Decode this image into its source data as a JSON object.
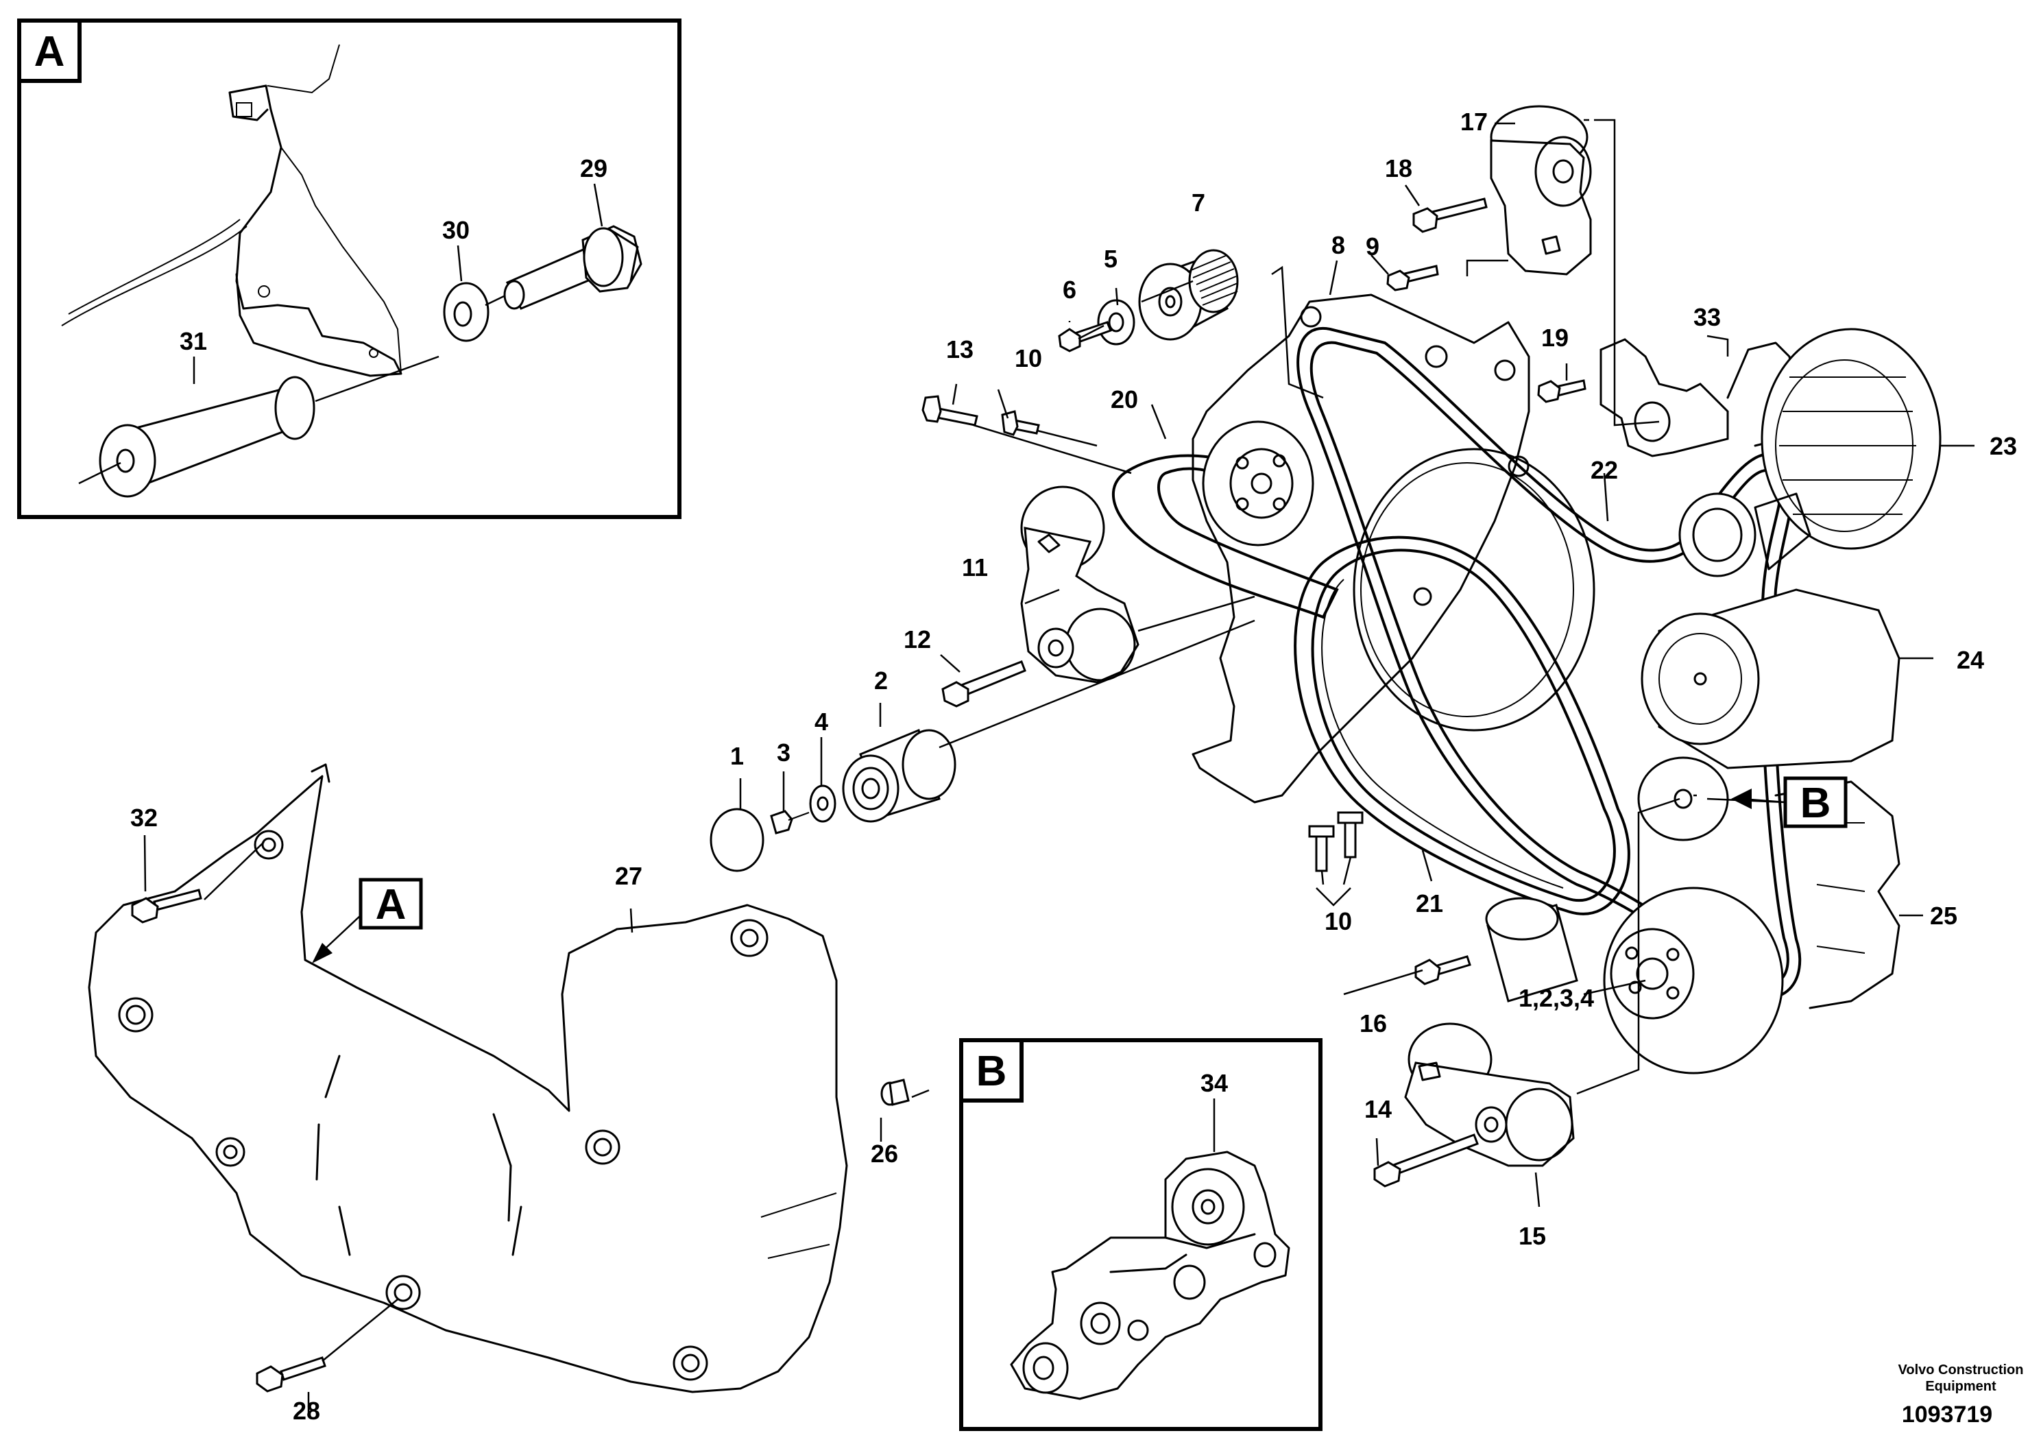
{
  "detail_a": {
    "tag": "A",
    "labels": {
      "l29": "29",
      "l30": "30",
      "l31": "31"
    }
  },
  "detail_b": {
    "tag": "B",
    "labels": {
      "l34": "34"
    }
  },
  "main": {
    "callout_a": "A",
    "callout_b": "B",
    "labels": {
      "l1": "1",
      "l2": "2",
      "l3": "3",
      "l4": "4",
      "l5": "5",
      "l6": "6",
      "l7": "7",
      "l8": "8",
      "l9": "9",
      "l10a": "10",
      "l10b": "10",
      "l11": "11",
      "l12": "12",
      "l13": "13",
      "l14": "14",
      "l15": "15",
      "l16": "16",
      "l17": "17",
      "l18": "18",
      "l19": "19",
      "l20": "20",
      "l21": "21",
      "l22": "22",
      "l23": "23",
      "l24": "24",
      "l25": "25",
      "l26": "26",
      "l27": "27",
      "l28": "28",
      "l32": "32",
      "l33": "33",
      "l1234": "1,2,3,4"
    }
  },
  "footer": {
    "brand_line1": "Volvo Construction",
    "brand_line2": "Equipment",
    "ref": "1093719"
  }
}
